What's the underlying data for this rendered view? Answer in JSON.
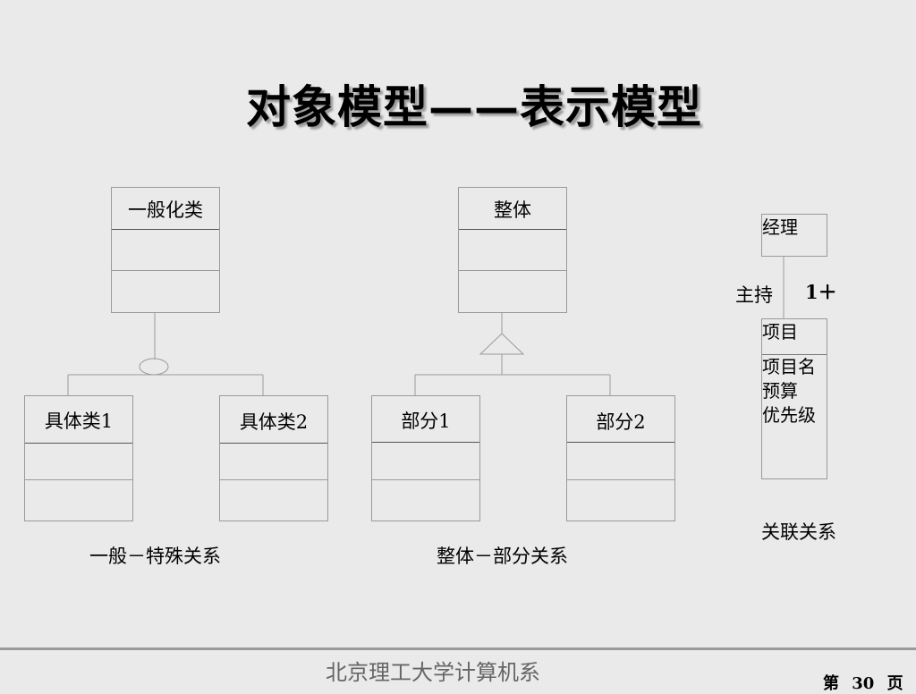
{
  "title": "对象模型——表示模型",
  "generalization": {
    "parent": "一般化类",
    "child1": "具体类1",
    "child2": "具体类2",
    "caption": "一般－特殊关系"
  },
  "aggregation": {
    "whole": "整体",
    "part1": "部分1",
    "part2": "部分2",
    "caption": "整体－部分关系"
  },
  "association": {
    "class_a": "经理",
    "role": "主持",
    "multiplicity": "1＋",
    "class_b": "项目",
    "attributes": [
      "项目名",
      "预算",
      "优先级"
    ],
    "caption": "关联关系"
  },
  "footer": {
    "institution": "北京理工大学计算机系",
    "page_prefix": "第",
    "page_number": "30",
    "page_suffix": "页"
  }
}
